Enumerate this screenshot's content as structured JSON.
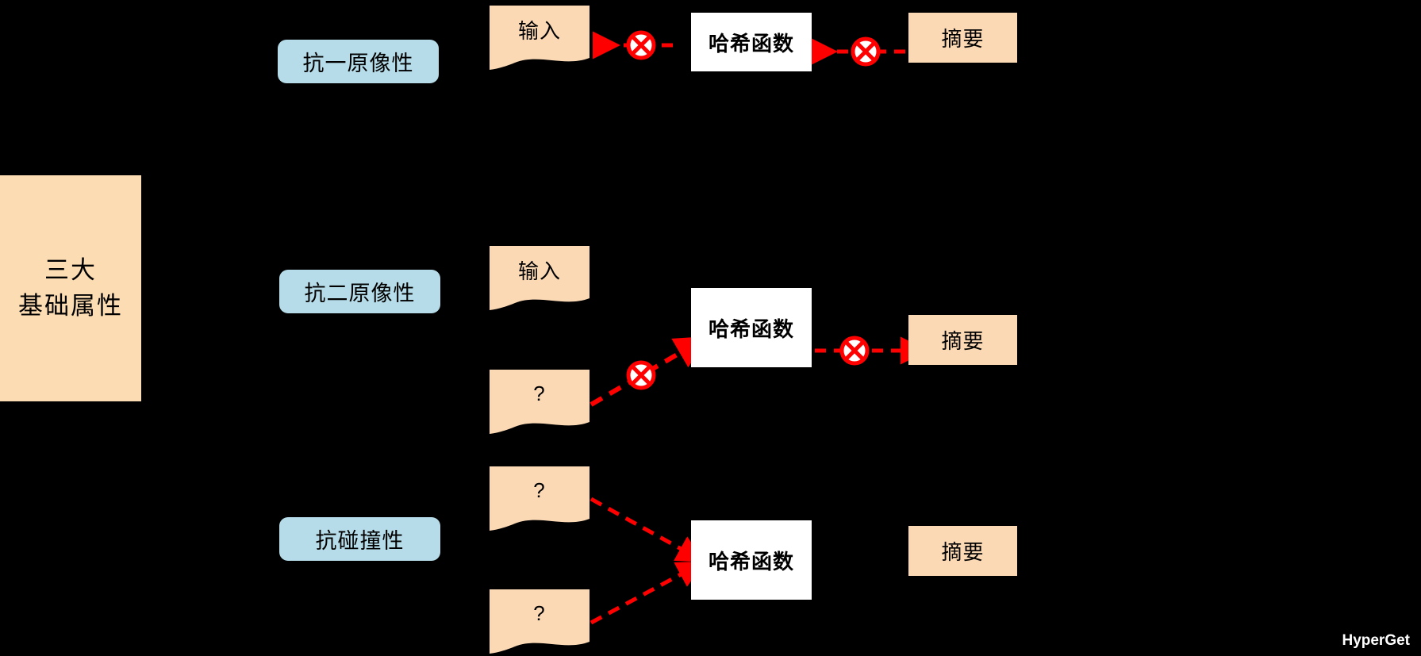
{
  "background_color": "#000000",
  "palette": {
    "doc_fill": "#FBD9B5",
    "root_fill": "#FCDCB2",
    "badge_fill": "#B5DCE8",
    "hash_fill": "#FFFFFF",
    "arrow_color": "#FF0000",
    "text_color": "#000000",
    "watermark_color": "#FFFFFF"
  },
  "root": {
    "line1": "三大",
    "line2": "基础属性"
  },
  "rows": [
    {
      "badge": "抗一原像性",
      "input_label": "输入",
      "hash_label": "哈希函数",
      "digest_label": "摘要"
    },
    {
      "badge": "抗二原像性",
      "input_label": "输入",
      "unknown_label": "?",
      "hash_label": "哈希函数",
      "digest_label": "摘要"
    },
    {
      "badge": "抗碰撞性",
      "unknown_label_1": "?",
      "unknown_label_2": "?",
      "hash_label": "哈希函数",
      "digest_label": "摘要"
    }
  ],
  "arrow_markers": {
    "blocked": "circle-x-icon",
    "count": 4
  },
  "watermark": "HyperGet"
}
